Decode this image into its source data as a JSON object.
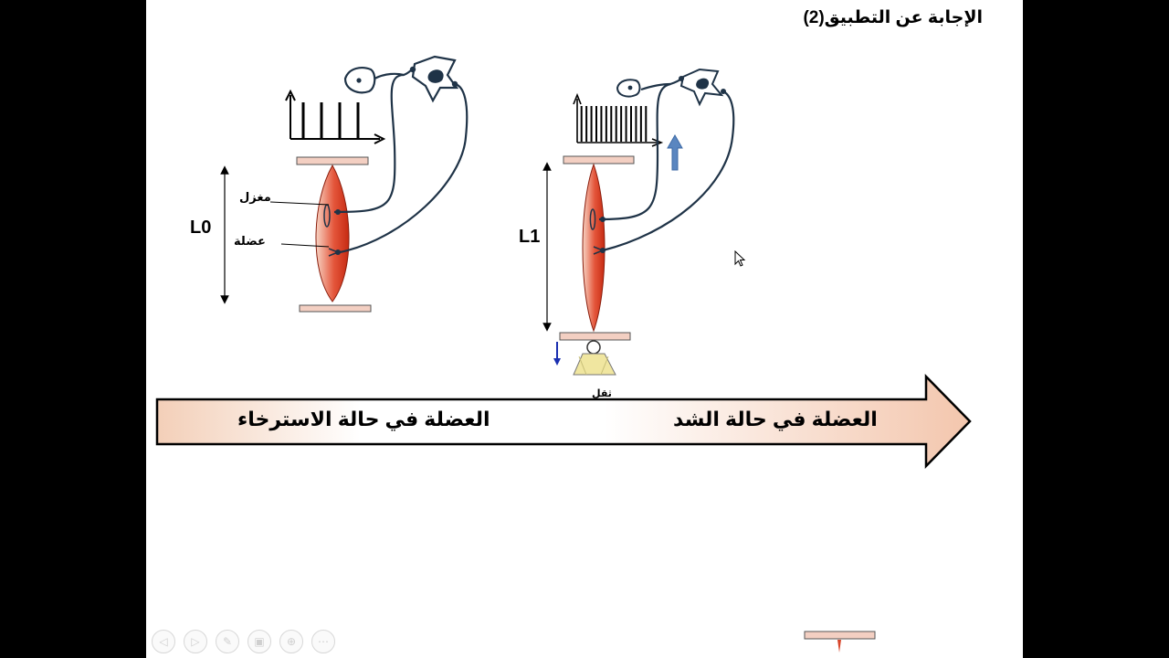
{
  "slide": {
    "title": "الإجابة عن التطبيق(2)",
    "labels": {
      "length_relaxed": "L0",
      "length_stretched": "L1",
      "spindle": "مغزل",
      "muscle": "عضلة",
      "weight": "ثقل"
    },
    "arrow": {
      "relaxed_text": "العضلة في حالة الاسترخاء",
      "stretched_text": "العضلة في حالة الشد"
    }
  },
  "figure_relaxed": {
    "impulse_count": 4
  },
  "figure_stretched": {
    "impulse_count": 14
  },
  "colors": {
    "nerve": "#1f3347",
    "muscle_dark": "#c62a12",
    "muscle_light": "#f7d4c4",
    "plate": "#f3cfc2",
    "weight": "#f0e6a0",
    "stretch_arrow": "#5a86c0",
    "down_arrow": "#1a2fb0"
  },
  "toolbar": {
    "icons": [
      "prev-icon",
      "next-icon",
      "pen-icon",
      "slides-icon",
      "zoom-icon",
      "more-icon"
    ],
    "glyphs": [
      "◁",
      "▷",
      "✎",
      "▣",
      "⊕",
      "⋯"
    ]
  }
}
